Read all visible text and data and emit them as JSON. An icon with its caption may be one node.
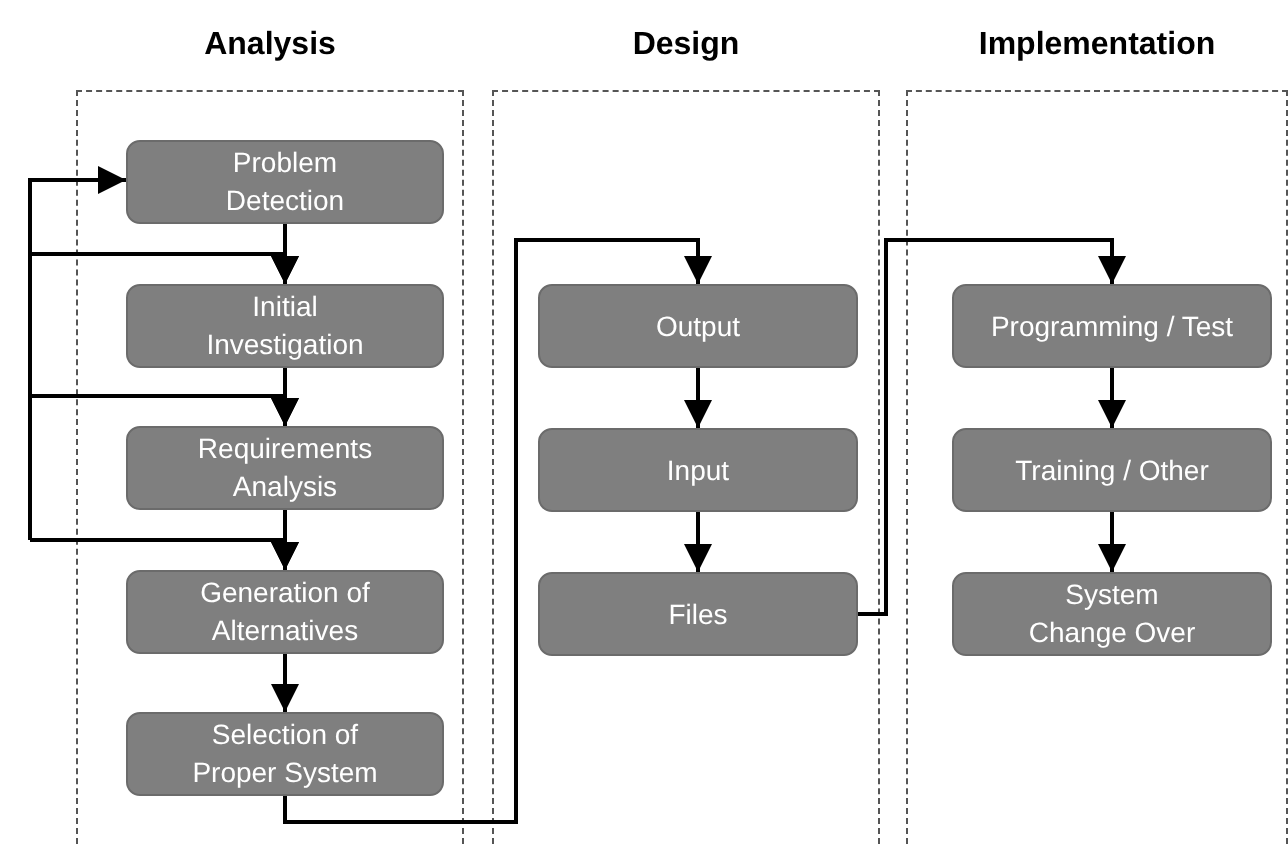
{
  "diagram": {
    "nodes": [
      {
        "text": [
          "Analysis"
        ]
      },
      {
        "text": [
          "Problem Detection"
        ],
        "in": 0
      },
      {
        "text": [
          "Initial Investigation"
        ],
        "in": 0
      },
      {
        "text": [
          "Requirements Analysis"
        ],
        "in": 0
      },
      {
        "text": [
          "Generation of Alternatives"
        ],
        "in": 0
      },
      {
        "text": [
          "Selection of Proper System"
        ],
        "in": 0
      },
      {
        "text": [
          "Design"
        ]
      },
      {
        "text": [
          "Output"
        ],
        "in": 6
      },
      {
        "text": [
          "Input"
        ],
        "in": 6
      },
      {
        "text": [
          "Files"
        ],
        "in": 6
      },
      {
        "text": [
          "Implementation"
        ]
      },
      {
        "text": [
          "Programming / Test"
        ],
        "in": 10
      },
      {
        "text": [
          "Training / Other"
        ],
        "in": 10
      },
      {
        "text": [
          "System Change Over"
        ],
        "in": 10
      }
    ],
    "edges": [
      {
        "from": 1,
        "to": 2,
        "arrow": "to"
      },
      {
        "from": 2,
        "to": 3,
        "arrow": "to"
      },
      {
        "from": 3,
        "to": 4,
        "arrow": "to"
      },
      {
        "from": 4,
        "to": 5,
        "arrow": "to"
      },
      {
        "from": 5,
        "to": 7,
        "arrow": "to"
      },
      {
        "from": 7,
        "to": 8,
        "arrow": "to"
      },
      {
        "from": 8,
        "to": 9,
        "arrow": "to"
      },
      {
        "from": 9,
        "to": 11,
        "arrow": "to"
      },
      {
        "from": 11,
        "to": 12,
        "arrow": "to"
      },
      {
        "from": 12,
        "to": 13,
        "arrow": "to"
      },
      {
        "from": null,
        "to": 1,
        "arrow": "to"
      },
      {
        "from": null,
        "to": 2,
        "arrow": "to"
      },
      {
        "from": null,
        "to": 3,
        "arrow": "to"
      },
      {
        "from": null,
        "to": 4,
        "arrow": "to"
      }
    ]
  }
}
